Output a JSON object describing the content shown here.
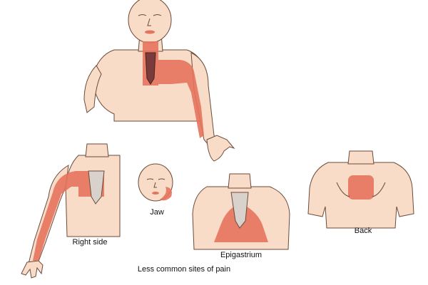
{
  "labels": {
    "right_side": "Right side",
    "jaw": "Jaw",
    "epigastrium": "Epigastrium",
    "back": "Back"
  },
  "caption": "Less common sites of pain",
  "colors": {
    "skin": "#f9dcc8",
    "skin_outline": "#6b4a3a",
    "pain": "#e5735c",
    "pain_dark": "#7a3b3b",
    "bone": "#d9d2cc"
  }
}
